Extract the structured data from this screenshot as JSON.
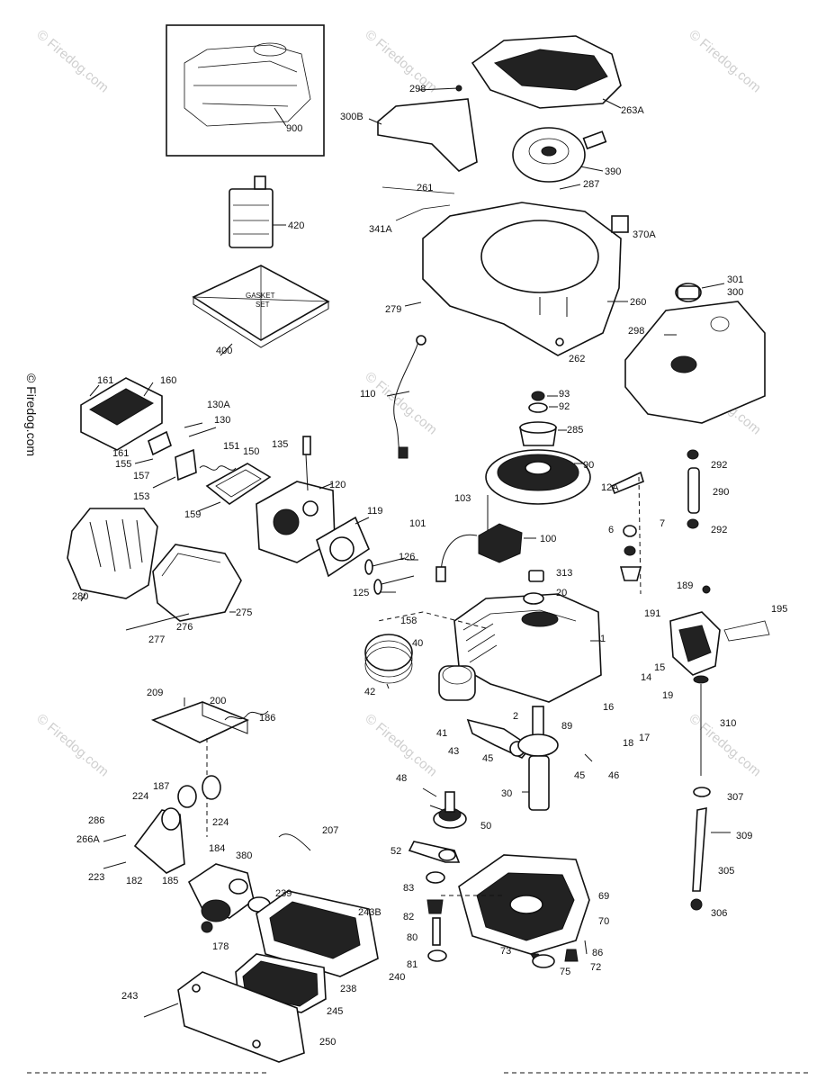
{
  "watermark": "© Firedog.com",
  "inset_label": "900",
  "gasket_text": [
    "GASKET",
    "SET"
  ],
  "callouts": [
    {
      "id": "c900",
      "text": "900"
    },
    {
      "id": "c298a",
      "text": "298"
    },
    {
      "id": "c263a",
      "text": "263A"
    },
    {
      "id": "c300b",
      "text": "300B"
    },
    {
      "id": "c390",
      "text": "390"
    },
    {
      "id": "c287",
      "text": "287"
    },
    {
      "id": "c261",
      "text": "261"
    },
    {
      "id": "c341a",
      "text": "341A"
    },
    {
      "id": "c370a",
      "text": "370A"
    },
    {
      "id": "c420",
      "text": "420"
    },
    {
      "id": "c400",
      "text": "400"
    },
    {
      "id": "c279",
      "text": "279"
    },
    {
      "id": "c260",
      "text": "260"
    },
    {
      "id": "c262",
      "text": "262"
    },
    {
      "id": "c301",
      "text": "301"
    },
    {
      "id": "c300",
      "text": "300"
    },
    {
      "id": "c298b",
      "text": "298"
    },
    {
      "id": "c161a",
      "text": "161"
    },
    {
      "id": "c160",
      "text": "160"
    },
    {
      "id": "c130a",
      "text": "130A"
    },
    {
      "id": "c130",
      "text": "130"
    },
    {
      "id": "c110",
      "text": "110"
    },
    {
      "id": "c93",
      "text": "93"
    },
    {
      "id": "c92",
      "text": "92"
    },
    {
      "id": "c285",
      "text": "285"
    },
    {
      "id": "c161b",
      "text": "161"
    },
    {
      "id": "c155",
      "text": "155"
    },
    {
      "id": "c157",
      "text": "157"
    },
    {
      "id": "c135",
      "text": "135"
    },
    {
      "id": "c151",
      "text": "151"
    },
    {
      "id": "c150",
      "text": "150"
    },
    {
      "id": "c90",
      "text": "90"
    },
    {
      "id": "c292a",
      "text": "292"
    },
    {
      "id": "c153",
      "text": "153"
    },
    {
      "id": "c120",
      "text": "120"
    },
    {
      "id": "c12a",
      "text": "12A"
    },
    {
      "id": "c290",
      "text": "290"
    },
    {
      "id": "c159",
      "text": "159"
    },
    {
      "id": "c103",
      "text": "103"
    },
    {
      "id": "c119",
      "text": "119"
    },
    {
      "id": "c6",
      "text": "6"
    },
    {
      "id": "c7",
      "text": "7"
    },
    {
      "id": "c292b",
      "text": "292"
    },
    {
      "id": "c101",
      "text": "101"
    },
    {
      "id": "c100",
      "text": "100"
    },
    {
      "id": "c280",
      "text": "280"
    },
    {
      "id": "c126",
      "text": "126"
    },
    {
      "id": "c313",
      "text": "313"
    },
    {
      "id": "c20",
      "text": "20"
    },
    {
      "id": "c125",
      "text": "125"
    },
    {
      "id": "c275",
      "text": "275"
    },
    {
      "id": "c189",
      "text": "189"
    },
    {
      "id": "c195",
      "text": "195"
    },
    {
      "id": "c276",
      "text": "276"
    },
    {
      "id": "c158",
      "text": "158"
    },
    {
      "id": "c191",
      "text": "191"
    },
    {
      "id": "c277",
      "text": "277"
    },
    {
      "id": "c40",
      "text": "40"
    },
    {
      "id": "c1",
      "text": "1"
    },
    {
      "id": "c15",
      "text": "15"
    },
    {
      "id": "c14",
      "text": "14"
    },
    {
      "id": "c42",
      "text": "42"
    },
    {
      "id": "c19",
      "text": "19"
    },
    {
      "id": "c209",
      "text": "209"
    },
    {
      "id": "c200",
      "text": "200"
    },
    {
      "id": "c186",
      "text": "186"
    },
    {
      "id": "c16",
      "text": "16"
    },
    {
      "id": "c2",
      "text": "2"
    },
    {
      "id": "c89",
      "text": "89"
    },
    {
      "id": "c310",
      "text": "310"
    },
    {
      "id": "c41",
      "text": "41"
    },
    {
      "id": "c43",
      "text": "43"
    },
    {
      "id": "c18",
      "text": "18"
    },
    {
      "id": "c17",
      "text": "17"
    },
    {
      "id": "c45a",
      "text": "45"
    },
    {
      "id": "c45b",
      "text": "45"
    },
    {
      "id": "c46",
      "text": "46"
    },
    {
      "id": "c187",
      "text": "187"
    },
    {
      "id": "c48",
      "text": "48"
    },
    {
      "id": "c224a",
      "text": "224"
    },
    {
      "id": "c30",
      "text": "30"
    },
    {
      "id": "c307",
      "text": "307"
    },
    {
      "id": "c224b",
      "text": "224"
    },
    {
      "id": "c286",
      "text": "286"
    },
    {
      "id": "c207",
      "text": "207"
    },
    {
      "id": "c50",
      "text": "50"
    },
    {
      "id": "c309",
      "text": "309"
    },
    {
      "id": "c266a",
      "text": "266A"
    },
    {
      "id": "c184",
      "text": "184"
    },
    {
      "id": "c380",
      "text": "380"
    },
    {
      "id": "c52",
      "text": "52"
    },
    {
      "id": "c223",
      "text": "223"
    },
    {
      "id": "c182",
      "text": "182"
    },
    {
      "id": "c185",
      "text": "185"
    },
    {
      "id": "c305",
      "text": "305"
    },
    {
      "id": "c239",
      "text": "239"
    },
    {
      "id": "c83",
      "text": "83"
    },
    {
      "id": "c69",
      "text": "69"
    },
    {
      "id": "c243b",
      "text": "243B"
    },
    {
      "id": "c306",
      "text": "306"
    },
    {
      "id": "c82",
      "text": "82"
    },
    {
      "id": "c70",
      "text": "70"
    },
    {
      "id": "c80",
      "text": "80"
    },
    {
      "id": "c178",
      "text": "178"
    },
    {
      "id": "c73",
      "text": "73"
    },
    {
      "id": "c86",
      "text": "86"
    },
    {
      "id": "c81",
      "text": "81"
    },
    {
      "id": "c75",
      "text": "75"
    },
    {
      "id": "c72",
      "text": "72"
    },
    {
      "id": "c240",
      "text": "240"
    },
    {
      "id": "c238",
      "text": "238"
    },
    {
      "id": "c243",
      "text": "243"
    },
    {
      "id": "c245",
      "text": "245"
    },
    {
      "id": "c250",
      "text": "250"
    }
  ]
}
